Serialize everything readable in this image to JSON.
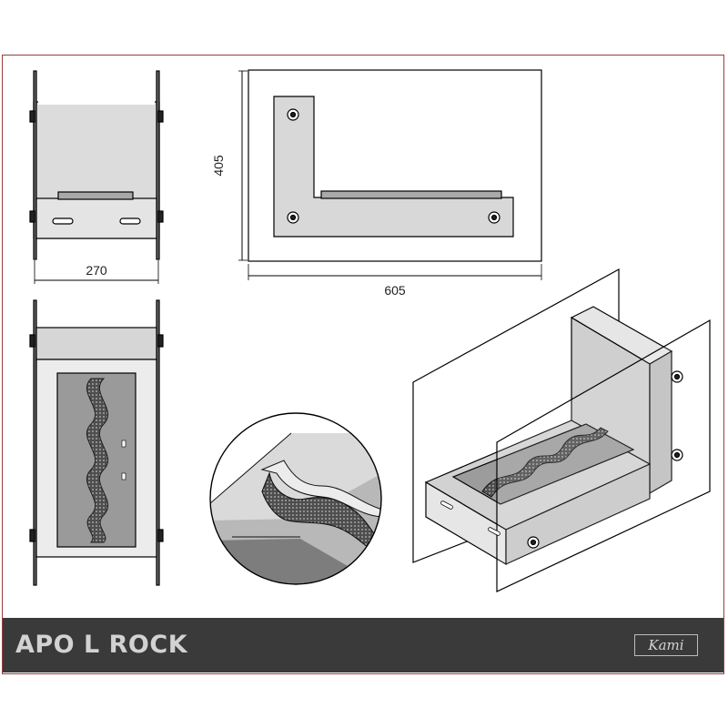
{
  "title": "APO L ROCK",
  "brand": "Kami",
  "dimensions": {
    "side_width": "270",
    "front_height": "405",
    "front_width": "605"
  },
  "colors": {
    "footer": "#3a3a3a",
    "frame": "#9a3c3c",
    "steel": "#d9d9d9",
    "burner": "#9c9c9c",
    "mesh": "#5a5a5a"
  }
}
